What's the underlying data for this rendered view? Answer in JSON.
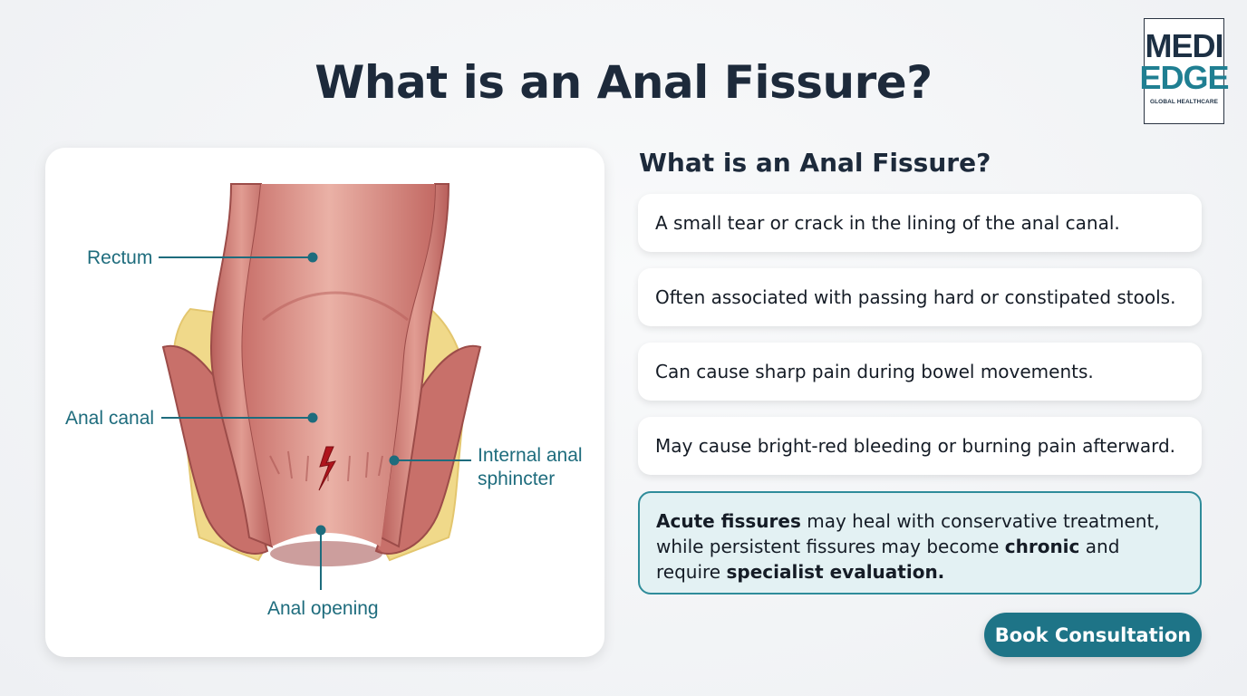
{
  "header": {
    "title": "What is an Anal Fissure?"
  },
  "logo": {
    "line1": "MEDI",
    "line2": "EDGE",
    "tagline": "GLOBAL HEALTHCARE"
  },
  "illustration": {
    "labels": {
      "rectum": "Rectum",
      "anal_canal": "Anal canal",
      "sphincter_line1": "Internal anal",
      "sphincter_line2": "sphincter",
      "anal_opening": "Anal opening"
    },
    "colors": {
      "label": "#1e6c7d",
      "tissue": "#d9857e",
      "fat": "#f0d98a"
    }
  },
  "info": {
    "title": "What is an Anal Fissure?",
    "facts": [
      "A small tear or crack in the lining of the anal canal.",
      "Often associated with passing hard or constipated stools.",
      "Can cause sharp pain during bowel movements.",
      "May cause bright-red bleeding or burning pain afterward."
    ],
    "note": {
      "p1_bold": "Acute fissures",
      "p2": " may heal with conservative treatment, while persistent fissures may become ",
      "p3_bold": "chronic",
      "p4": " and require ",
      "p5_bold": "specialist evaluation."
    }
  },
  "cta": {
    "label": "Book Consultation",
    "color": "#1e7487"
  }
}
